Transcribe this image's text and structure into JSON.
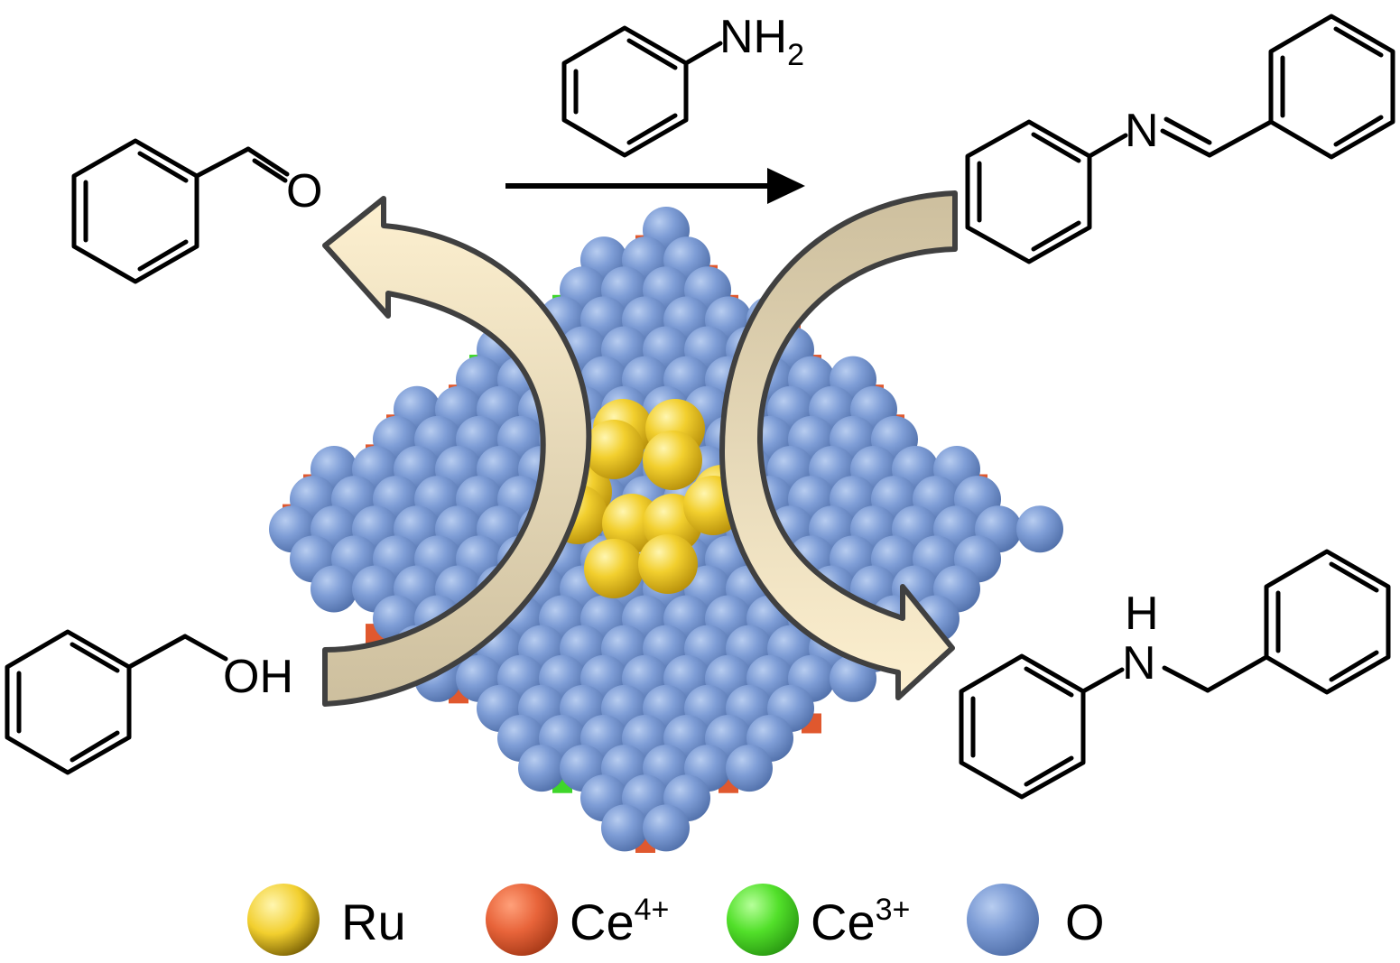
{
  "molecules": {
    "aniline": {
      "group": "NH",
      "subscript": "2"
    },
    "benzaldehyde": {
      "group": "O"
    },
    "benzyl_alcohol": {
      "group": "OH"
    },
    "imine": {
      "group": "N"
    },
    "amine": {
      "group_n": "N",
      "group_h": "H"
    }
  },
  "legend": [
    {
      "label": "Ru",
      "superscript": "",
      "color": "#f2cf2e"
    },
    {
      "label": "Ce",
      "superscript": "4+",
      "color": "#e8643a"
    },
    {
      "label": "Ce",
      "superscript": "3+",
      "color": "#52e02a"
    },
    {
      "label": "O",
      "superscript": "",
      "color": "#7a9bd3"
    }
  ],
  "colors": {
    "oxygen": "#7a9bd3",
    "ce4": "#e0582e",
    "ce3": "#3fd62a",
    "ru": "#f0cc2a",
    "arrow_light": "#fdf0d0",
    "arrow_dark": "#d5c8a8",
    "arrow_stroke": "#404040"
  }
}
